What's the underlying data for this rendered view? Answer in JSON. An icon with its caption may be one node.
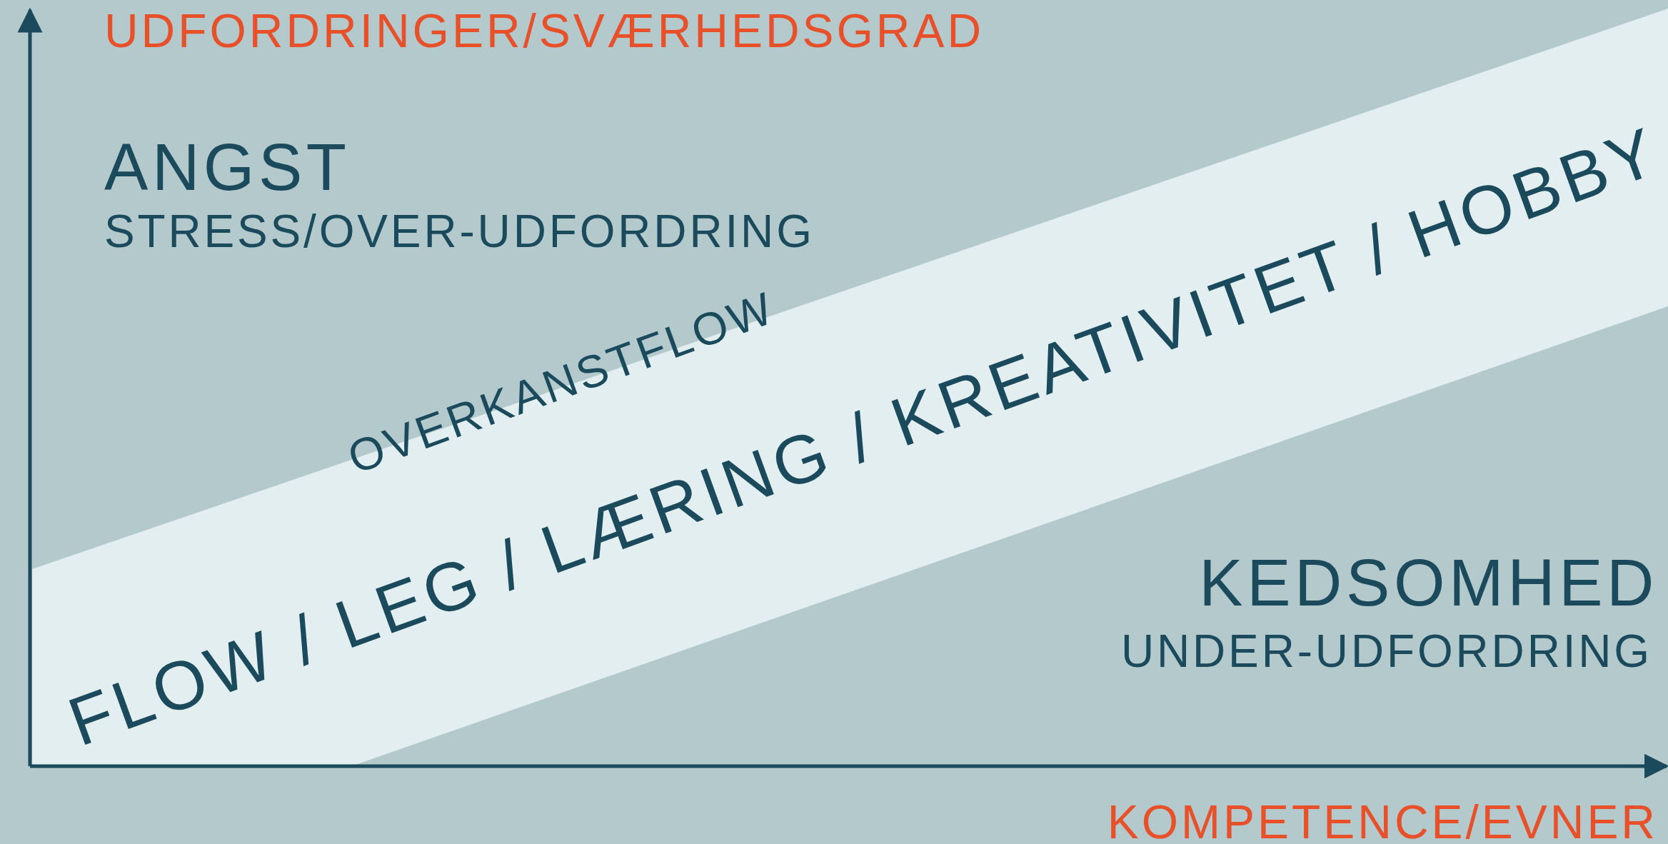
{
  "diagram": {
    "labels": [
      "UDFORDRINGER/SVÆRHEDSGRAD",
      "ANGST",
      "STRESS/OVER-UDFORDRING",
      "OVERKANSTFLOW",
      "FLOW / LEG / LÆRING / KREATIVITET / HOBBY",
      "KEDSOMHED",
      "UNDER-UDFORDRING",
      "KOMPETENCE/EVNER"
    ]
  }
}
